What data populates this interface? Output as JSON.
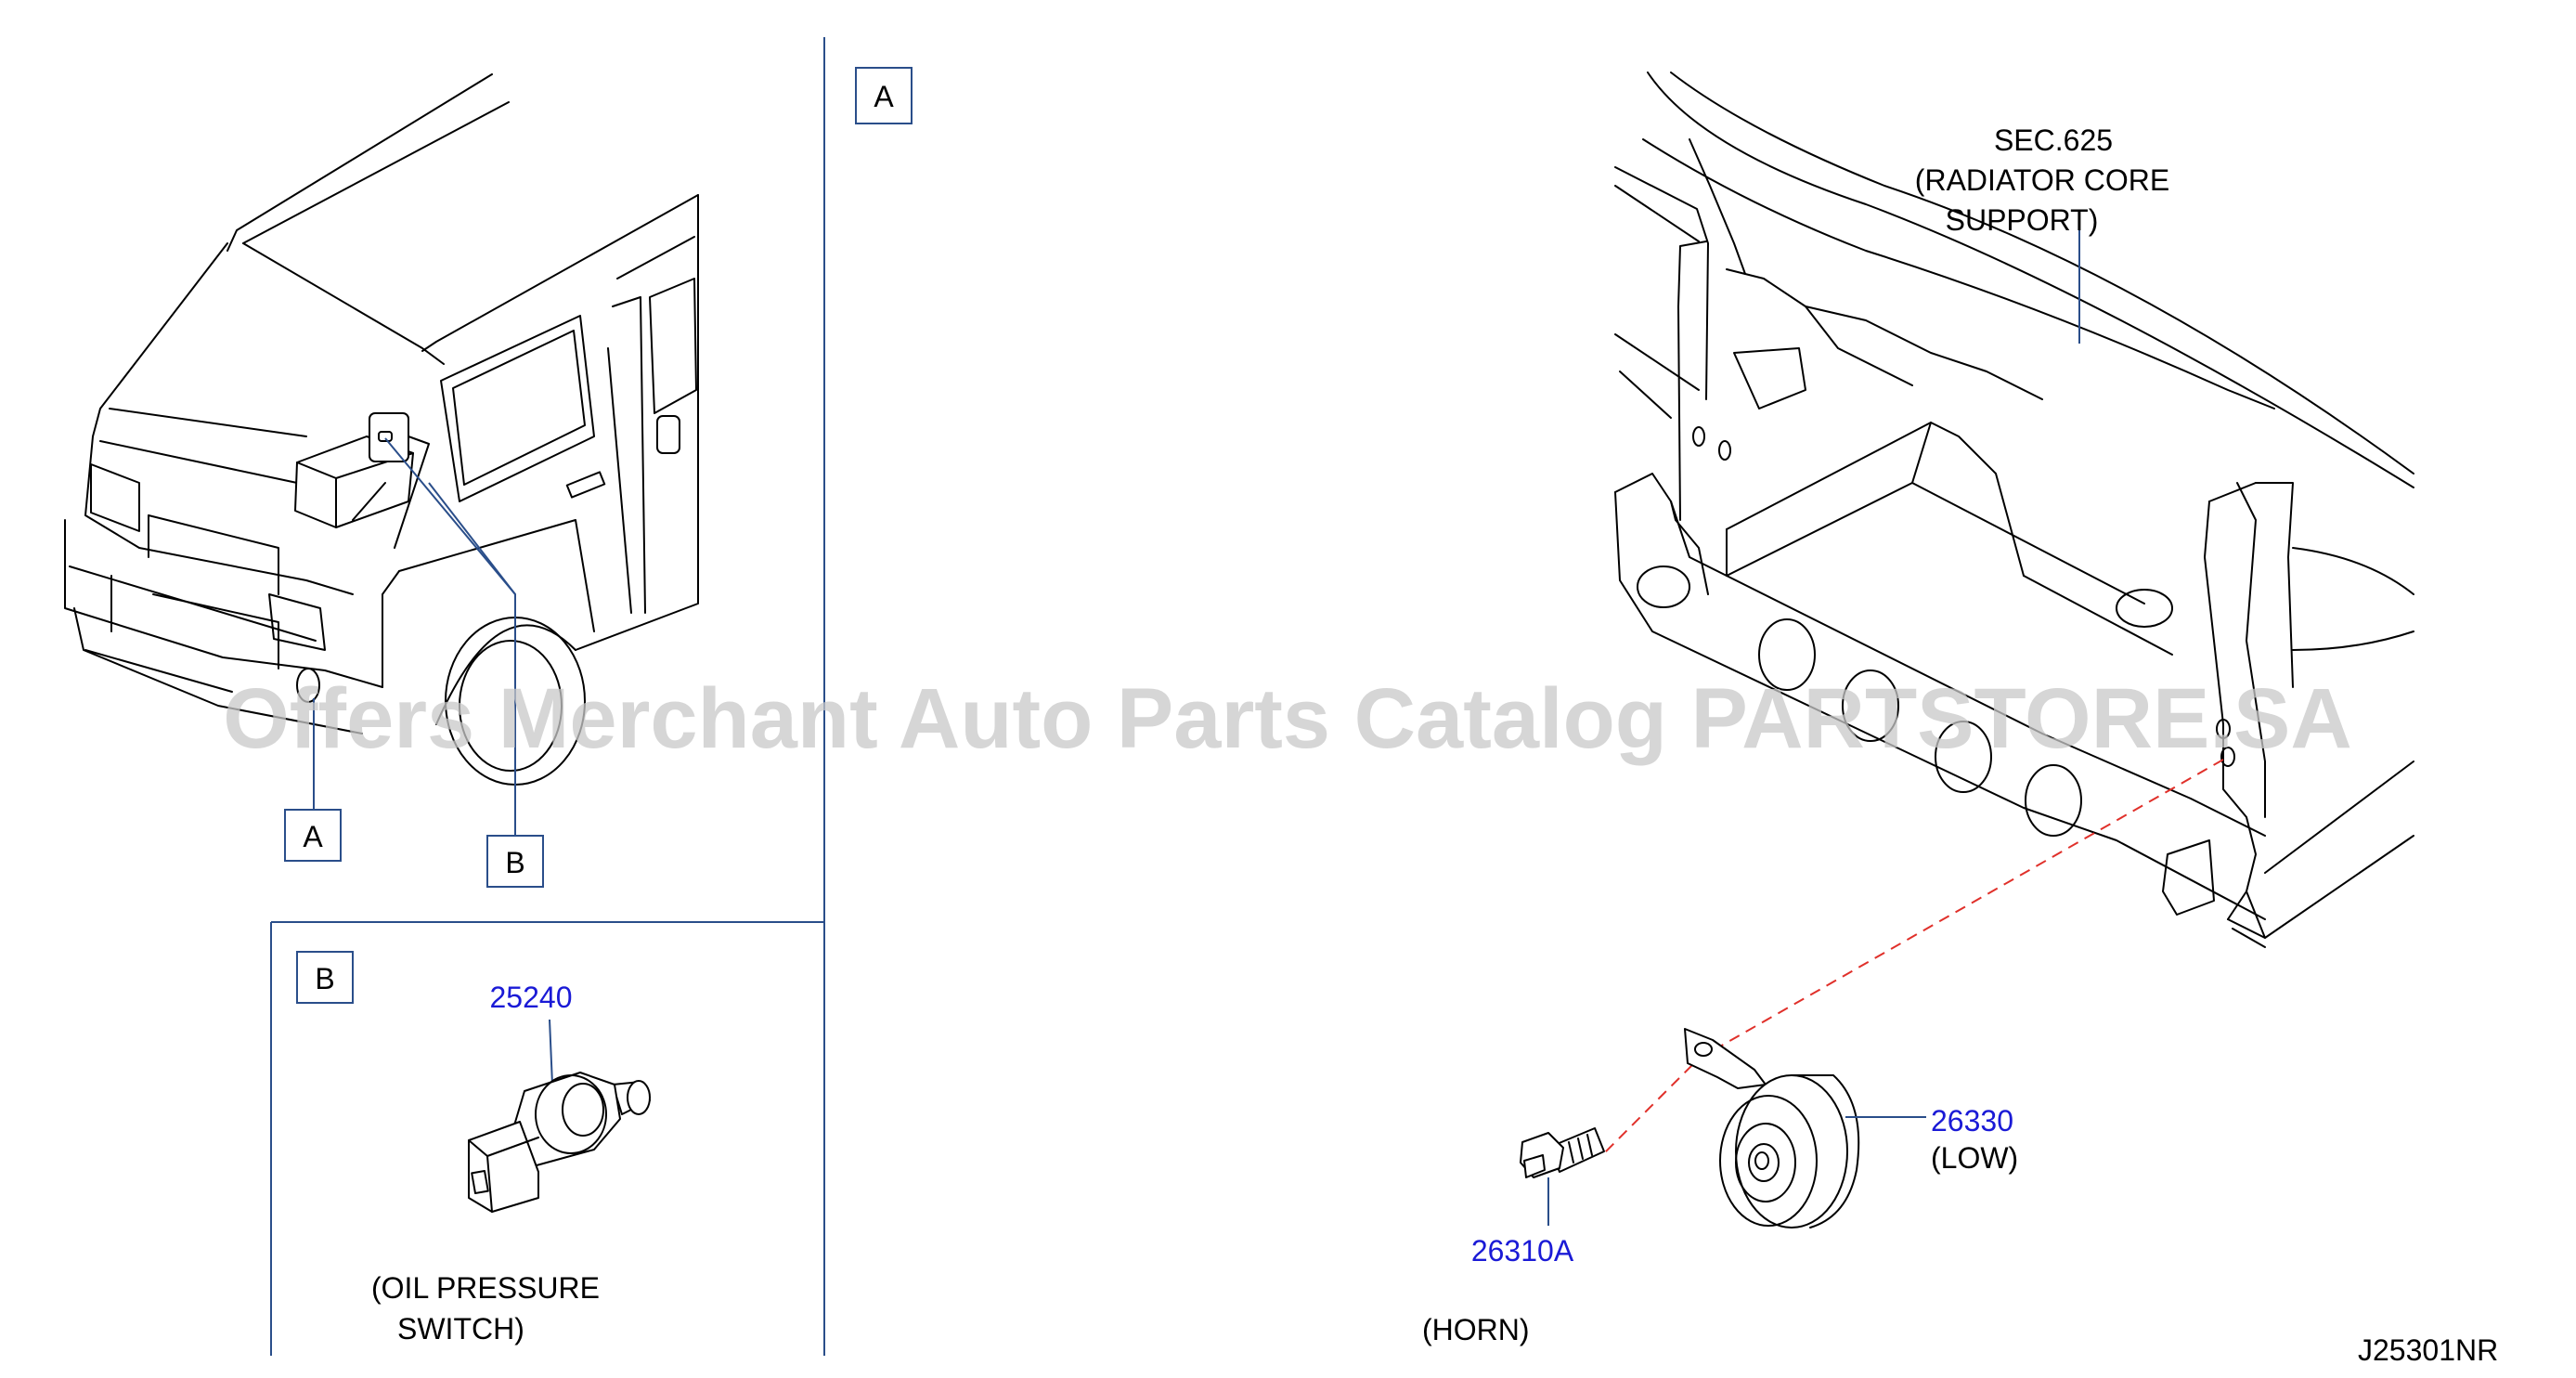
{
  "callouts": {
    "view_a_box": "A",
    "van_a": "A",
    "van_b": "B",
    "detail_b_box": "B"
  },
  "labels": {
    "sec_line1": "SEC.625",
    "sec_line2": "(RADIATOR   CORE",
    "sec_line3": "SUPPORT)",
    "oil_line1": "(OIL   PRESSURE",
    "oil_line2": "SWITCH)",
    "horn": "(HORN)",
    "low": "(LOW)",
    "diagram_code": "J25301NR"
  },
  "parts": {
    "oil_pressure_switch": "25240",
    "bolt": "26310A",
    "horn_low": "26330"
  },
  "watermark": "Offers Merchant Auto Parts Catalog PARTSTORE.SA",
  "colors": {
    "part_number": "#1a1ad6",
    "leader": "#2a4e8a",
    "dashed_guide": "#e0302a",
    "watermark": "#c8c8c8"
  }
}
